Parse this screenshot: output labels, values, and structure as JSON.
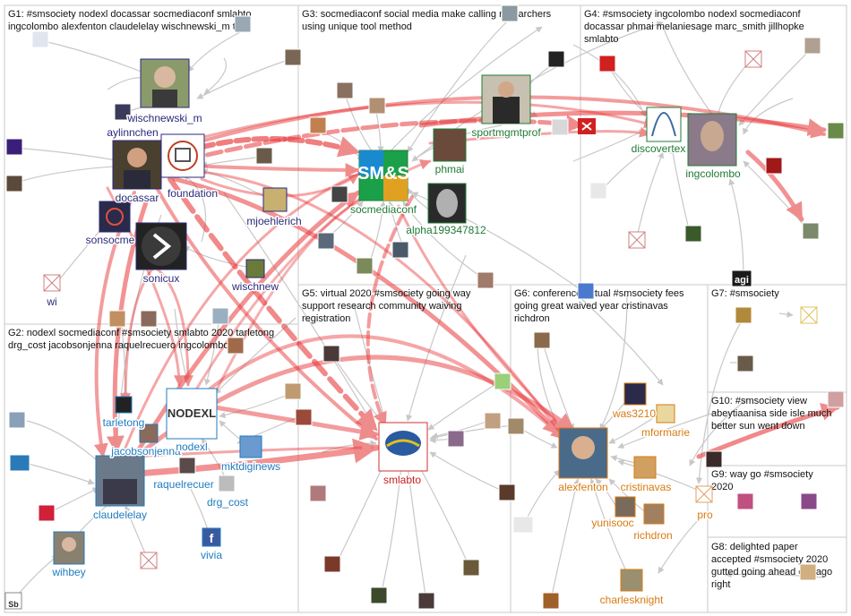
{
  "groups": [
    {
      "id": "G1",
      "lines": [
        "G1: #smsociety nodexl docassar socmediaconf smlabto",
        "ingcolombo alexfenton claudelelay wischnewski_m top"
      ]
    },
    {
      "id": "G2",
      "lines": [
        "G2: nodexl socmediaconf #smsociety smlabto 2020 tarletong",
        "drg_cost jacobsonjenna raquelrecuero ingcolombo"
      ]
    },
    {
      "id": "G3",
      "lines": [
        "G3: socmediaconf social media make calling researchers",
        "using unique tool method"
      ]
    },
    {
      "id": "G4",
      "lines": [
        "G4: #smsociety ingcolombo nodexl socmediaconf",
        "docassar phmai melaniesage marc_smith jillhopke",
        "smlabto"
      ]
    },
    {
      "id": "G5",
      "lines": [
        "G5: virtual 2020 #smsociety going way",
        "support research community waiving",
        "registration"
      ]
    },
    {
      "id": "G6",
      "lines": [
        "G6: conference virtual #smsociety fees",
        "going great waived year cristinavas",
        "richdron"
      ]
    },
    {
      "id": "G7",
      "lines": [
        "G7: #smsociety"
      ]
    },
    {
      "id": "G8",
      "lines": [
        "G8: delighted paper",
        "accepted #smsociety 2020",
        "gutted going ahead chicago",
        "right"
      ]
    },
    {
      "id": "G9",
      "lines": [
        "G9: way go #smsociety",
        "2020"
      ]
    },
    {
      "id": "G10",
      "lines": [
        "G10: #smsociety view",
        "abeytiaanisa side isle much",
        "better sun went down"
      ]
    }
  ],
  "node_labels": {
    "wischnewski_m": "wischnewski_m",
    "aylinnchen": "aylinnchen",
    "docassar": "docassar",
    "foundation": "foundation",
    "mjoehlerich": "mjoehlerich",
    "sonsocme": "sonsocme",
    "sonicux": "sonicux",
    "wischnew": "wischnew",
    "wi": "wi",
    "socmediaconf": "socmediaconf",
    "alpha199347812": "alpha199347812",
    "phmai": "phmai",
    "sportmgmtprof": "sportmgmtprof",
    "discovertex": "discovertex",
    "ingcolombo": "ingcolombo",
    "tarletong": "tarletong",
    "jacobsonjenna": "jacobsonjenna",
    "nodexl": "nodexl",
    "mktdiginews": "mktdiginews",
    "raquelrecuero": "raquelrecuer",
    "claudelelay": "claudelelay",
    "drg_cost": "drg_cost",
    "vivia": "vivia",
    "wihbey": "wihbey",
    "smlabto": "smlabto",
    "alexfenton": "alexfenton",
    "cristinavas": "cristinavas",
    "was3210": "was3210",
    "mformarie": "mformarie",
    "yunisooc": "yunisooc",
    "richdron": "richdron",
    "pro": "pro",
    "charlesknight": "charlesknight"
  },
  "image_text": {
    "nodexl_logo": "NODEXL",
    "sm_logo": "SM&S",
    "sb": "Sb",
    "agi": "agi"
  },
  "colors": {
    "g1": "#2a2a7a",
    "g2": "#1f7bbf",
    "g3": "#207a36",
    "g6": "#d87a10",
    "edge_red": "#e8393b",
    "edge_gray": "#c8c8c8"
  }
}
